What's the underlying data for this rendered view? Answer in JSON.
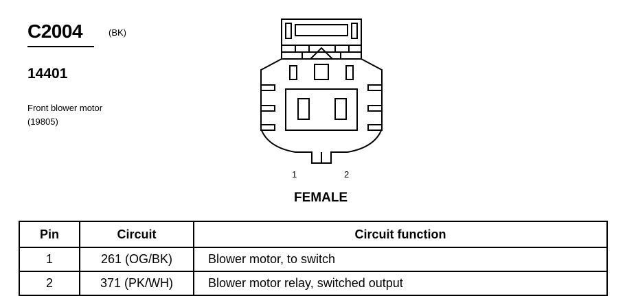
{
  "connector": {
    "id": "C2004",
    "color": "(BK)",
    "part_number": "14401",
    "description_line1": "Front blower motor",
    "description_line2": "(19805)"
  },
  "diagram": {
    "pin_labels": [
      "1",
      "2"
    ],
    "gender": "FEMALE"
  },
  "table": {
    "headers": [
      "Pin",
      "Circuit",
      "Circuit function"
    ],
    "rows": [
      {
        "pin": "1",
        "circuit": "261 (OG/BK)",
        "function": "Blower motor, to switch"
      },
      {
        "pin": "2",
        "circuit": "371 (PK/WH)",
        "function": "Blower motor relay, switched output"
      }
    ]
  }
}
